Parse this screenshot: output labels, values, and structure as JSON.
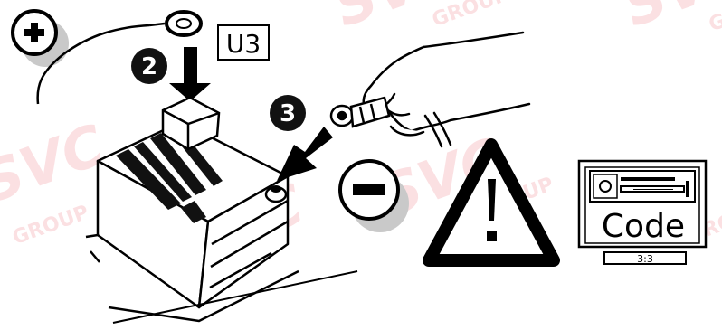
{
  "labels": {
    "step2": "2",
    "step3": "3",
    "terminal_code": "U3",
    "code_word": "Code",
    "code_page": "3:3"
  },
  "watermark": {
    "logo": "SVC",
    "group": "GROUP",
    "color": "#e53a4a"
  },
  "colors": {
    "ink": "#000000",
    "paper": "#ffffff",
    "shadow": "#c9c9c9"
  },
  "icons": [
    "plus-sign-icon",
    "minus-sign-icon",
    "warning-triangle-icon",
    "radio-display-icon"
  ]
}
